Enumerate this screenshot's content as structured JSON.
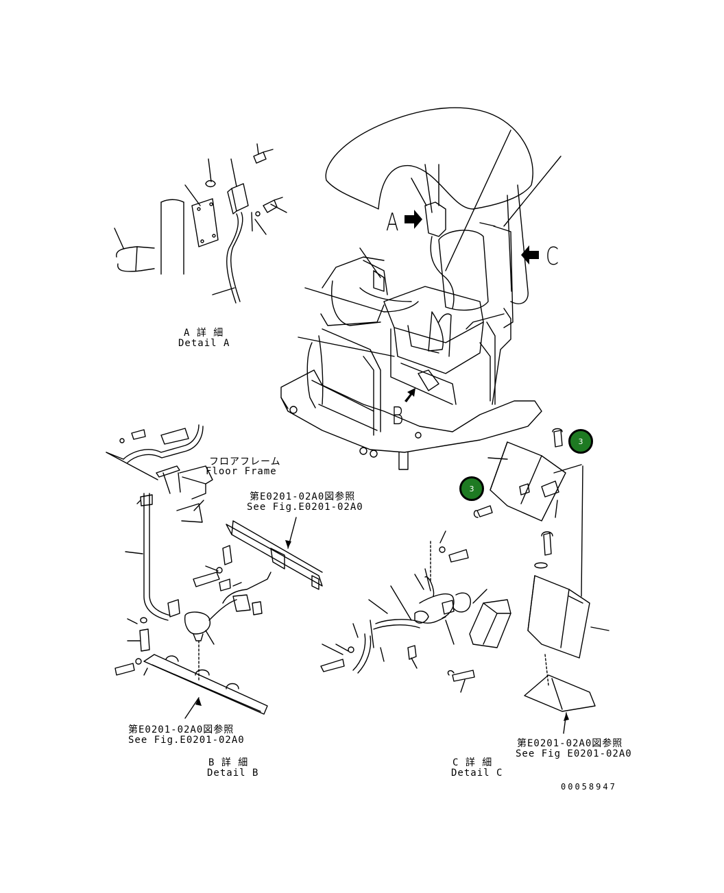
{
  "detail_a": {
    "title_jp": "A 詳 細",
    "title_en": "Detail A"
  },
  "detail_b": {
    "title_jp": "B 詳 細",
    "title_en": "Detail B"
  },
  "detail_c": {
    "title_jp": "C 詳 細",
    "title_en": "Detail C"
  },
  "view_markers": {
    "a": "A",
    "b": "B",
    "c": "C"
  },
  "floor_frame": {
    "jp": "フロアフレーム",
    "en": "Floor Frame"
  },
  "refs": {
    "ref1_jp": "第E0201-02A0図参照",
    "ref1_en": "See Fig.E0201-02A0",
    "ref2_jp": "第E0201-02A0図参照",
    "ref2_en": "See Fig.E0201-02A0",
    "ref3_jp": "第E0201-02A0図参照",
    "ref3_en": "See Fig E0201-02A0"
  },
  "callouts": {
    "c1": "3",
    "c2": "3"
  },
  "drawing_number": "00058947",
  "colors": {
    "callout_fill": "#1e7a22",
    "line": "#000000"
  }
}
